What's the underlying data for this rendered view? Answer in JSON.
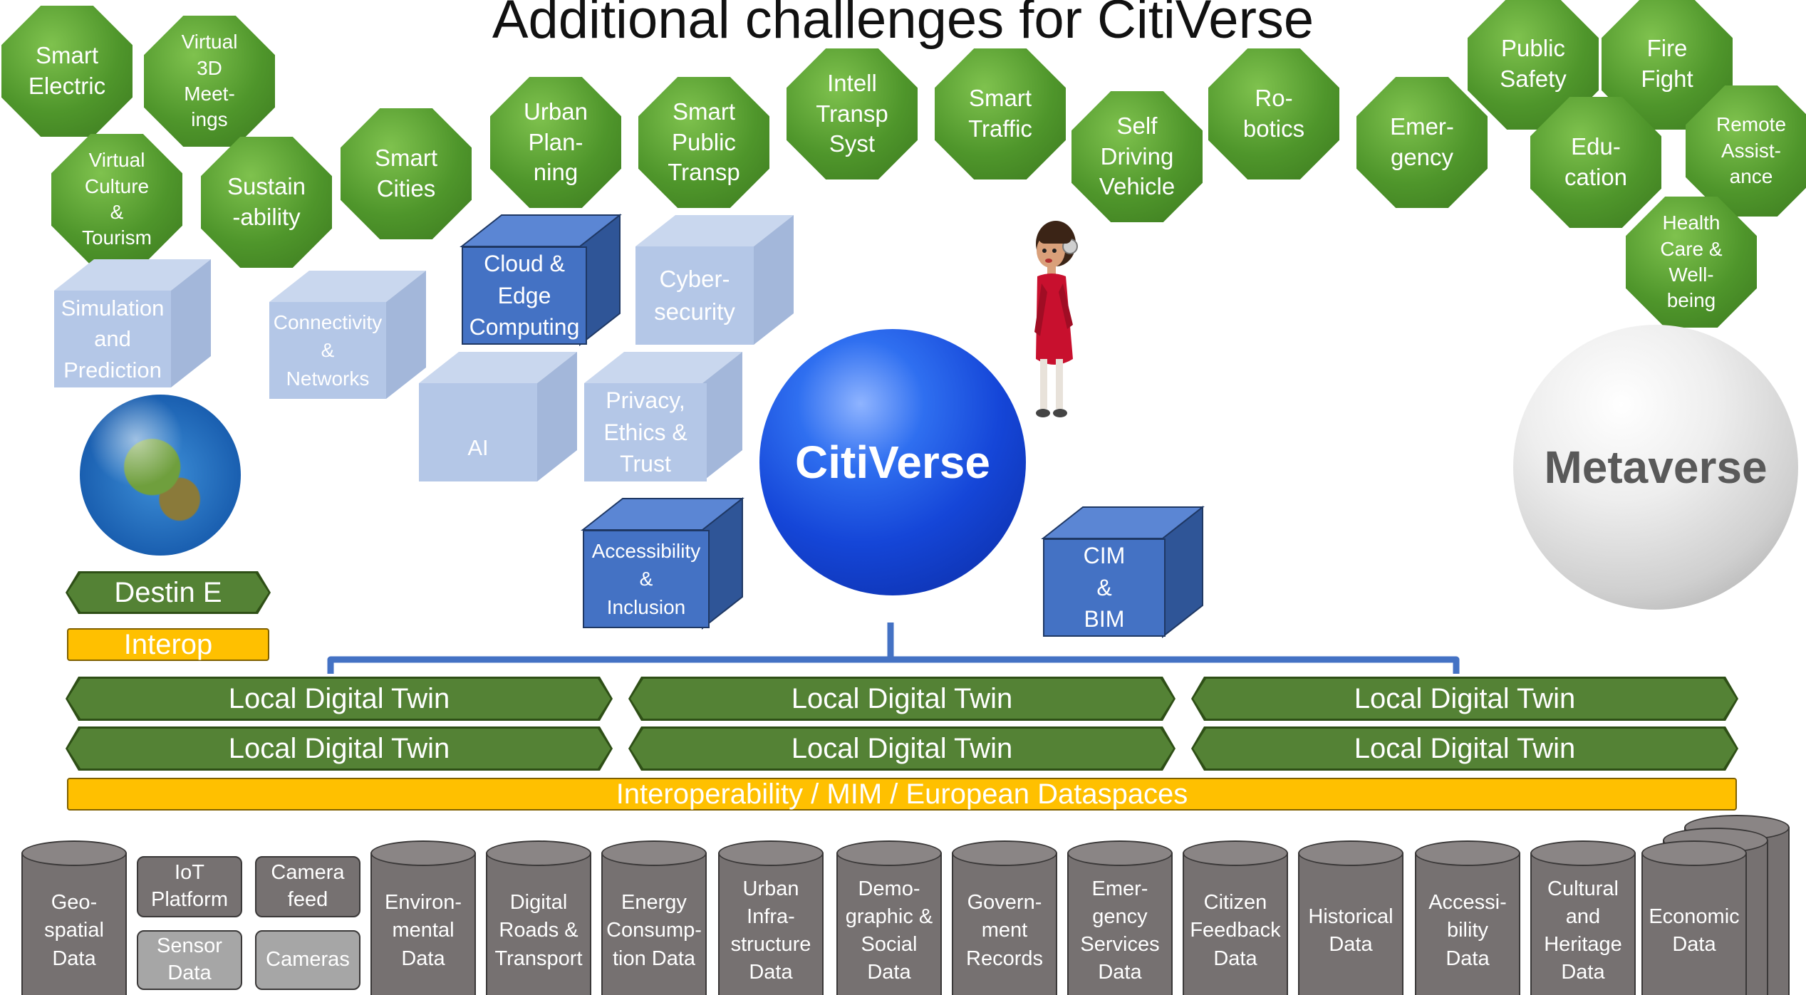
{
  "title": "Additional challenges for CitiVerse",
  "octagons": {
    "smart_electric": "Smart\nElectric",
    "virtual_3d": "Virtual\n3D\nMeet-\nings",
    "virtual_culture": "Virtual\nCulture\n&\nTourism",
    "sustainability": "Sustain\n-ability",
    "smart_cities": "Smart\nCities",
    "urban_planning": "Urban\nPlan-\nning",
    "smart_public_transp": "Smart\nPublic\nTransp",
    "intell_transp": "Intell\nTransp\nSyst",
    "smart_traffic": "Smart\nTraffic",
    "self_driving": "Self\nDriving\nVehicle",
    "robotics": "Ro-\nbotics",
    "emergency": "Emer-\ngency",
    "public_safety": "Public\nSafety",
    "fire_fight": "Fire\nFight",
    "education": "Edu-\ncation",
    "remote_assistance": "Remote\nAssist-\nance",
    "health_care": "Health\nCare &\nWell-\nbeing"
  },
  "boxes": {
    "simulation": "Simulation\nand\nPrediction",
    "connectivity": "Connectivity\n&\nNetworks",
    "cloud_edge": "Cloud &\nEdge\nComputing",
    "cybersecurity": "Cyber-\nsecurity",
    "ai": "AI",
    "privacy": "Privacy,\nEthics &\nTrust",
    "accessibility": "Accessibility\n&\nInclusion",
    "cim_bim": "CIM\n&\nBIM"
  },
  "spheres": {
    "citiverse": "CitiVerse",
    "metaverse": "Metaverse"
  },
  "destin_e": "Destin E",
  "interop": "Interop",
  "local_digital_twin": "Local Digital Twin",
  "interoperability_bar": "Interoperability / MIM / European Dataspaces",
  "data_sources": {
    "geospatial": "Geo-\nspatial\nData",
    "iot_platform": "IoT\nPlatform",
    "sensor_data": "Sensor\nData",
    "camera_feed": "Camera\nfeed",
    "cameras": "Cameras",
    "environmental": "Environ-\nmental\nData",
    "digital_roads": "Digital\nRoads &\nTransport",
    "energy": "Energy\nConsump-\ntion Data",
    "urban_infra": "Urban\nInfra-\nstructure\nData",
    "demographic": "Demo-\ngraphic &\nSocial Data",
    "government": "Govern-\nment\nRecords",
    "emergency_services": "Emer-\ngency\nServices\nData",
    "citizen_feedback": "Citizen\nFeedback\nData",
    "historical": "Historical\nData",
    "accessibility": "Accessi-\nbility\nData",
    "cultural_heritage": "Cultural\nand\nHeritage\nData",
    "economic": "Economic\nData"
  },
  "colors": {
    "green": "#548235",
    "yellow": "#ffc000",
    "blue_box": "#4472c4",
    "light_box": "#b4c7e7",
    "cylinder": "#767171",
    "connector": "#4472c4"
  }
}
